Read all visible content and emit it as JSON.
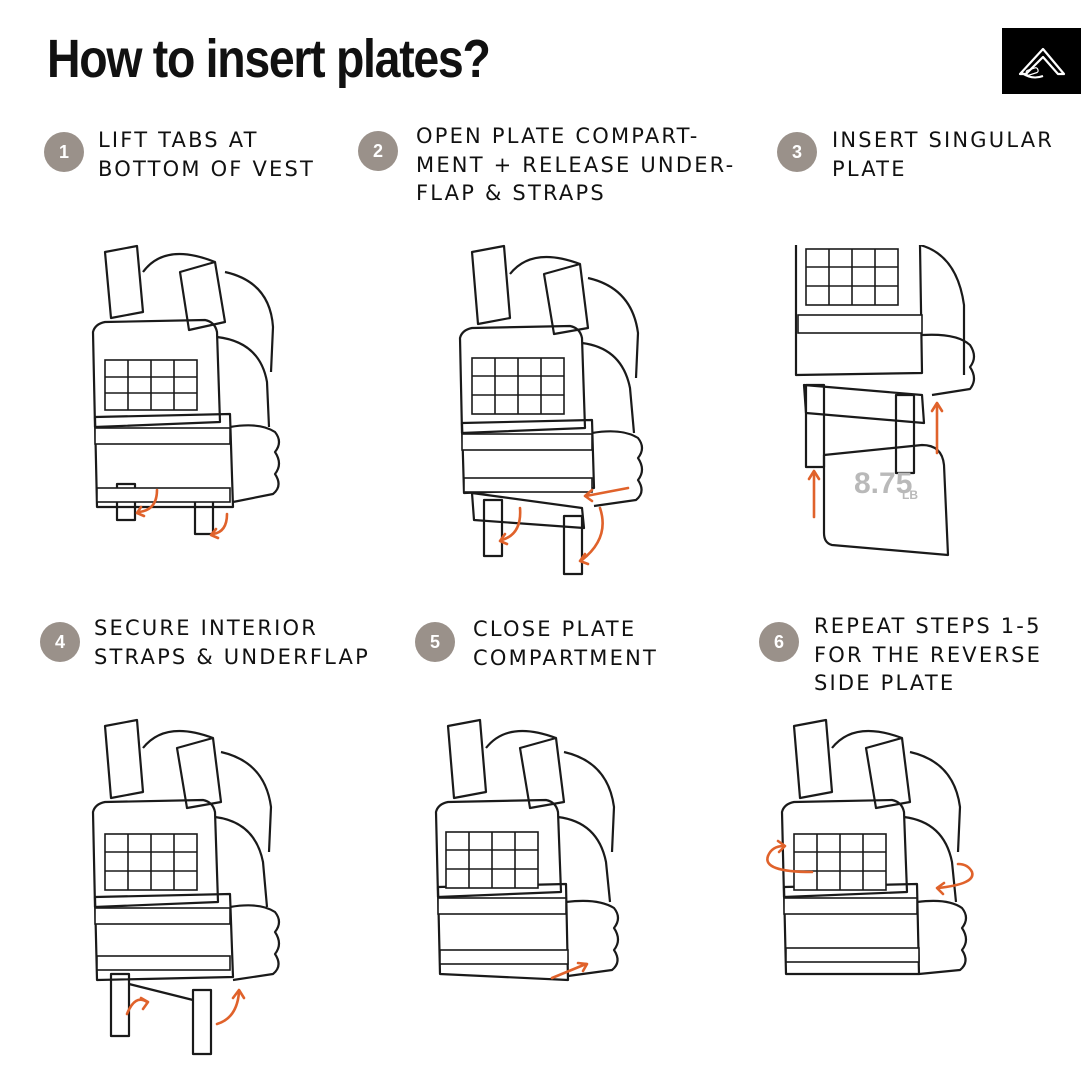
{
  "title": "How to insert plates?",
  "logo": {
    "icon": "boomerang-logo-icon",
    "background": "#000000"
  },
  "colors": {
    "step_circle": "#9a918a",
    "arrow": "#e0622b",
    "line": "#1a1a1a"
  },
  "steps": [
    {
      "number": "1",
      "label": "LIFT TABS AT\nBOTTOM OF VEST"
    },
    {
      "number": "2",
      "label": "OPEN PLATE COMPART-\nMENT + RELEASE UNDER-\nFLAP & STRAPS"
    },
    {
      "number": "3",
      "label": "INSERT SINGULAR\nPLATE"
    },
    {
      "number": "4",
      "label": "SECURE INTERIOR\nSTRAPS & UNDERFLAP"
    },
    {
      "number": "5",
      "label": "CLOSE PLATE\nCOMPARTMENT"
    },
    {
      "number": "6",
      "label": "REPEAT STEPS 1-5\nFOR THE REVERSE\nSIDE PLATE"
    }
  ],
  "plate": {
    "weight": "8.75",
    "unit": "LB"
  }
}
